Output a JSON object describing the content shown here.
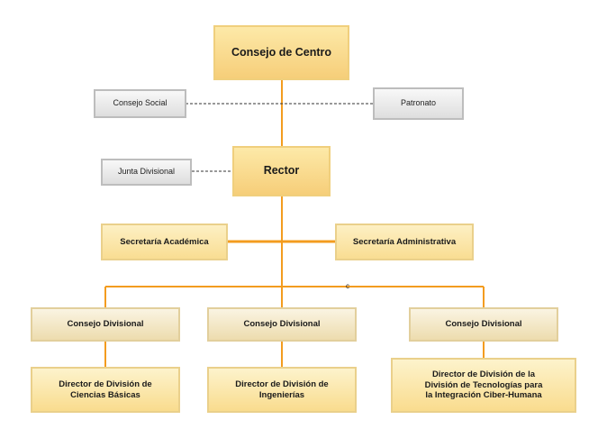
{
  "chart": {
    "nodes": {
      "consejo_centro": "Consejo de Centro",
      "consejo_social": "Consejo Social",
      "patronato": "Patronato",
      "junta_divisional": "Junta Divisional",
      "rector": "Rector",
      "secretaria_academica": "Secretaría Académica",
      "secretaria_administrativa": "Secretaría Administrativa",
      "divisions": [
        {
          "consejo": "Consejo Divisional",
          "director_line1": "Director de División de",
          "director_line2": "Ciencias Básicas",
          "director_line3": ""
        },
        {
          "consejo": "Consejo Divisional",
          "director_line1": "Director de División de",
          "director_line2": "Ingenierías",
          "director_line3": ""
        },
        {
          "consejo": "Consejo Divisional",
          "director_line1": "Director de División de la",
          "director_line2": "División de Tecnologías para",
          "director_line3": "la Integración Ciber-Humana"
        }
      ]
    },
    "marker_text": "c",
    "colors": {
      "connector": "#f39c1f",
      "dashed": "#333333"
    }
  }
}
